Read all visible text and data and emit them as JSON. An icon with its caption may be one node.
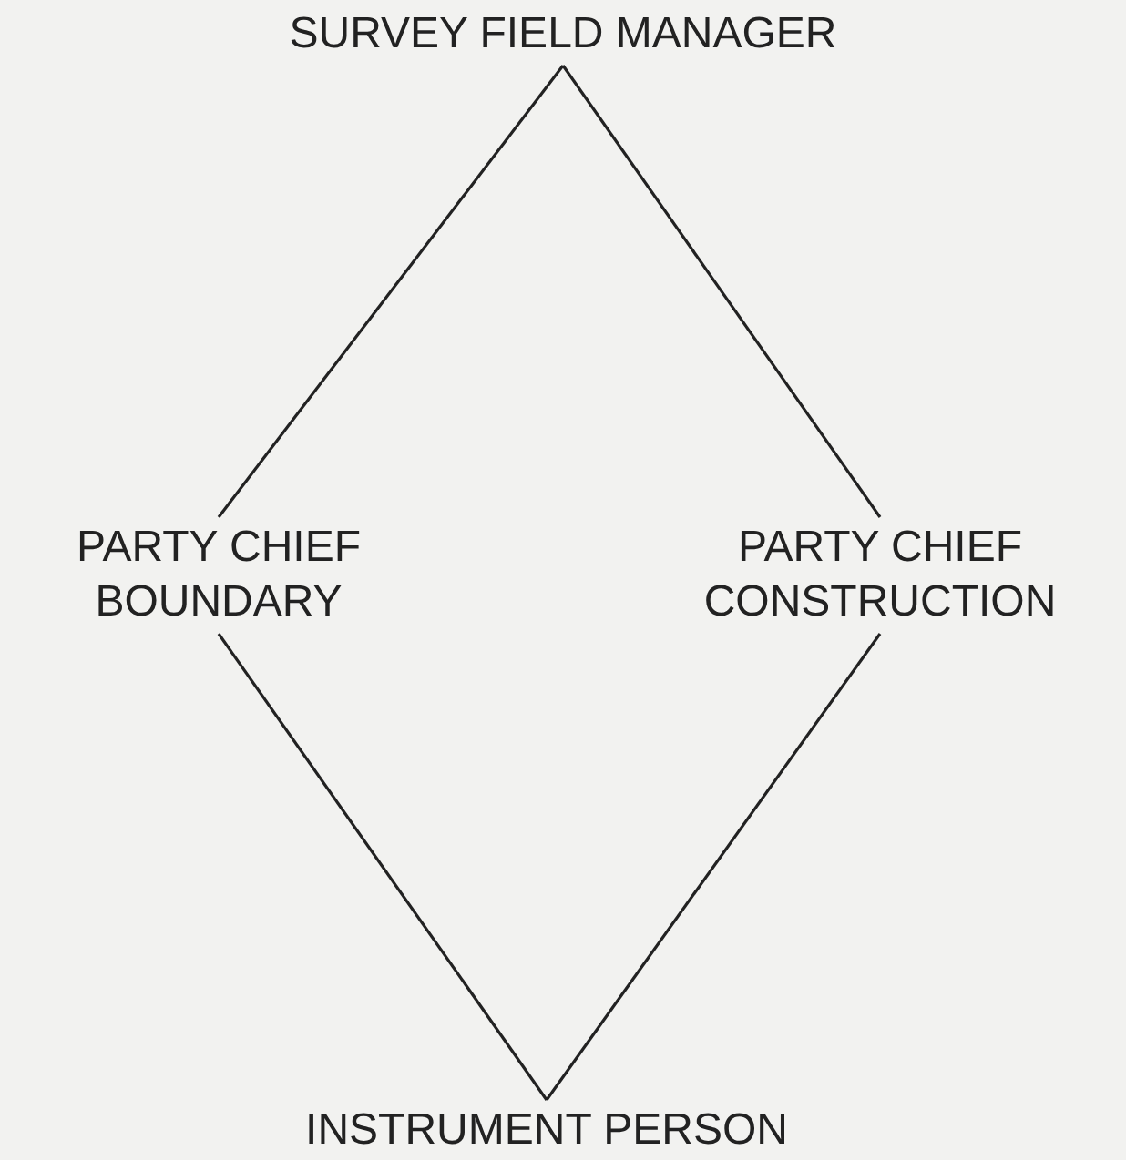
{
  "diagram": {
    "nodes": [
      {
        "text": [
          "SURVEY FIELD MANAGER"
        ]
      },
      {
        "text": [
          "PARTY CHIEF BOUNDARY"
        ]
      },
      {
        "text": [
          "PARTY CHIEF CONSTRUCTION"
        ]
      },
      {
        "text": [
          "INSTRUMENT PERSON"
        ]
      }
    ],
    "edges": [
      {
        "from": 0,
        "to": 1,
        "arrow": "none"
      },
      {
        "from": 0,
        "to": 2,
        "arrow": "none"
      },
      {
        "from": 1,
        "to": 3,
        "arrow": "none"
      },
      {
        "from": 2,
        "to": 3,
        "arrow": "none"
      }
    ]
  }
}
